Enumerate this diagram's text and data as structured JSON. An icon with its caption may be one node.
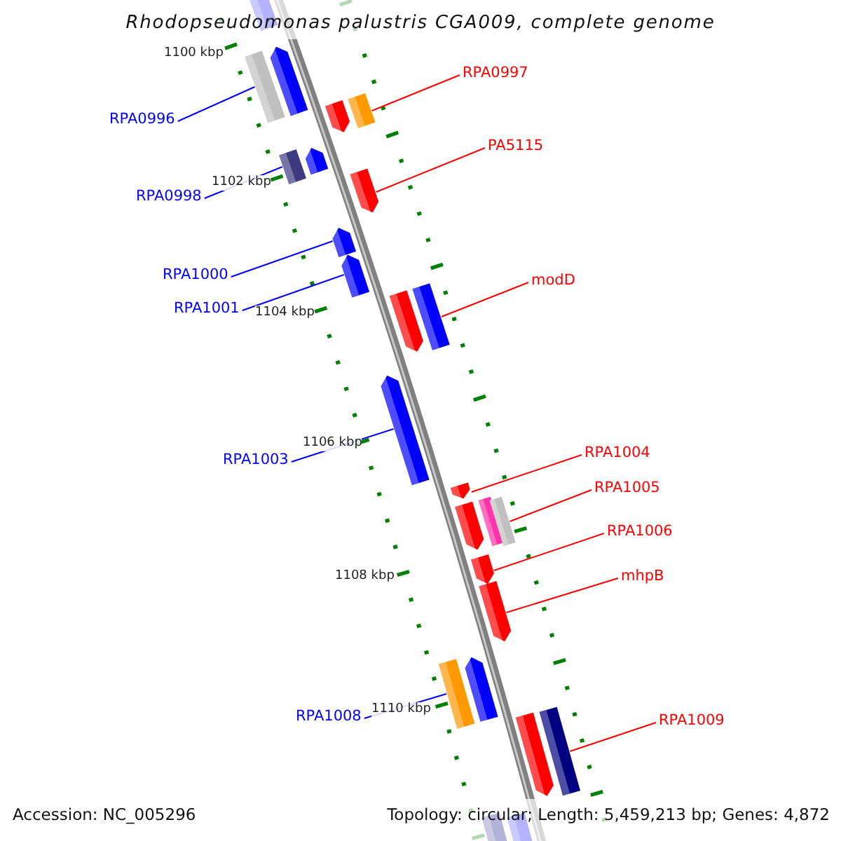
{
  "diagram": {
    "title": "Rhodopseudomonas palustris CGA009, complete genome",
    "nodes": [
      {
        "text": [
          "RPA0997"
        ]
      },
      {
        "text": [
          "RPA0996"
        ]
      },
      {
        "text": [
          "PA5115"
        ]
      },
      {
        "text": [
          "RPA0998"
        ]
      },
      {
        "text": [
          "RPA1000"
        ]
      },
      {
        "text": [
          "modD"
        ]
      },
      {
        "text": [
          "RPA1001"
        ]
      },
      {
        "text": [
          "RPA1004"
        ]
      },
      {
        "text": [
          "RPA1003"
        ]
      },
      {
        "text": [
          "RPA1005"
        ]
      },
      {
        "text": [
          "RPA1006"
        ]
      },
      {
        "text": [
          "mhpB"
        ]
      },
      {
        "text": [
          "RPA1008"
        ]
      },
      {
        "text": [
          "RPA1009"
        ]
      },
      {
        "text": [],
        "shape": "box"
      },
      {
        "text": [],
        "shape": "box"
      },
      {
        "text": [],
        "shape": "pentagon"
      },
      {
        "text": [],
        "shape": "pentagon"
      },
      {
        "text": [],
        "shape": "box"
      },
      {
        "text": [],
        "shape": "box"
      },
      {
        "text": [],
        "shape": "pentagon"
      },
      {
        "text": [],
        "shape": "pentagon"
      },
      {
        "text": [],
        "shape": "pentagon"
      },
      {
        "text": [],
        "shape": "pentagon"
      },
      {
        "text": [],
        "shape": "pentagon"
      },
      {
        "text": [],
        "shape": "box"
      },
      {
        "text": [],
        "shape": "pentagon"
      },
      {
        "text": [],
        "shape": "pentagon"
      },
      {
        "text": [],
        "shape": "pentagon"
      },
      {
        "text": [],
        "shape": "box"
      },
      {
        "text": [],
        "shape": "box"
      },
      {
        "text": [],
        "shape": "pentagon"
      },
      {
        "text": [],
        "shape": "pentagon"
      },
      {
        "text": [],
        "shape": "box"
      },
      {
        "text": [],
        "shape": "pentagon"
      },
      {
        "text": [],
        "shape": "pentagon"
      },
      {
        "text": [],
        "shape": "box"
      },
      {
        "text": [],
        "shape": "box"
      },
      {
        "text": [],
        "shape": "box"
      }
    ],
    "edges": [
      {
        "from": 0,
        "to": 18,
        "arrow": "none",
        "color": "#ff0000"
      },
      {
        "from": 1,
        "to": 15,
        "arrow": "none",
        "color": "#0000ff"
      },
      {
        "from": 2,
        "to": 21,
        "arrow": "none",
        "color": "#ff0000"
      },
      {
        "from": 3,
        "to": 19,
        "arrow": "none",
        "color": "#0000ff"
      },
      {
        "from": 4,
        "to": 22,
        "arrow": "none",
        "color": "#0000ff"
      },
      {
        "from": 5,
        "to": 25,
        "arrow": "none",
        "color": "#ff0000"
      },
      {
        "from": 6,
        "to": 23,
        "arrow": "none",
        "color": "#0000ff"
      },
      {
        "from": 7,
        "to": 27,
        "arrow": "none",
        "color": "#ff0000"
      },
      {
        "from": 8,
        "to": 26,
        "arrow": "none",
        "color": "#0000ff"
      },
      {
        "from": 9,
        "to": 30,
        "arrow": "none",
        "color": "#ff0000"
      },
      {
        "from": 10,
        "to": 31,
        "arrow": "none",
        "color": "#ff0000"
      },
      {
        "from": 11,
        "to": 32,
        "arrow": "none",
        "color": "#ff0000"
      },
      {
        "from": 12,
        "to": 33,
        "arrow": "none",
        "color": "#0000ff"
      },
      {
        "from": 13,
        "to": 36,
        "arrow": "none",
        "color": "#ff0000"
      }
    ],
    "labels": [
      "1100 kbp",
      "1102 kbp",
      "1104 kbp",
      "1106 kbp",
      "1108 kbp",
      "1110 kbp",
      "Accession: NC_005296",
      "Topology: circular; Length: 5,459,213 bp; Genes: 4,872"
    ]
  }
}
